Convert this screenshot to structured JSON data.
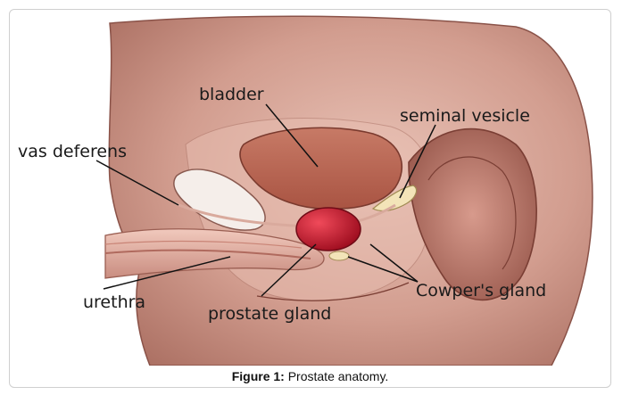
{
  "figure": {
    "labels": {
      "bladder": "bladder",
      "seminal_vesicle": "seminal vesicle",
      "vas_deferens": "vas deferens",
      "urethra": "urethra",
      "prostate_gland": "prostate gland",
      "cowpers_gland": "Cowper's gland"
    },
    "caption_prefix": "Figure 1:",
    "caption_text": " Prostate anatomy."
  },
  "colors": {
    "skin": "#c98e7e",
    "bladder": "#b8614f",
    "prostate": "#c0132a",
    "background": "#ffffff"
  }
}
